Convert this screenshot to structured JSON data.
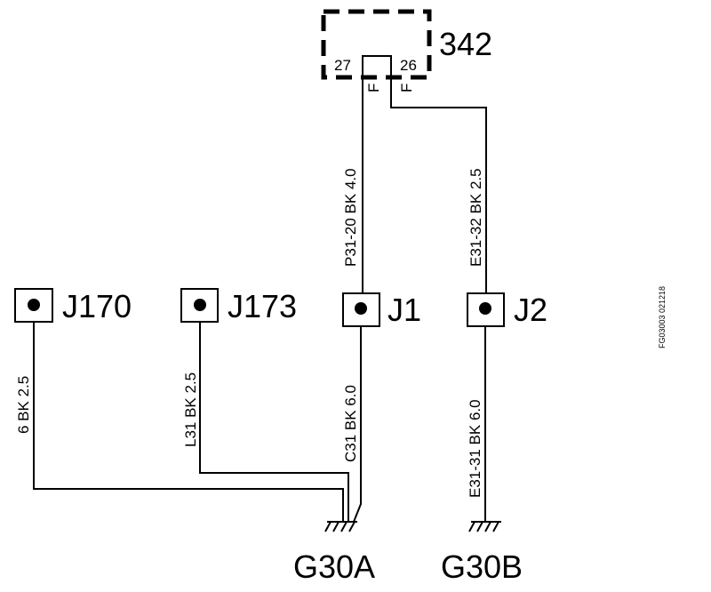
{
  "component": {
    "id": "342",
    "pin_left": "27",
    "pin_right": "26",
    "fuse_left": "F",
    "fuse_right": "F"
  },
  "connectors": [
    {
      "id": "J170",
      "wire": "6  BK  2.5"
    },
    {
      "id": "J173",
      "wire": "L31 BK  2.5"
    },
    {
      "id": "J1",
      "wire_top": "P31-20  BK  4.0",
      "wire_bottom": "C31 BK 6.0"
    },
    {
      "id": "J2",
      "wire_top": "E31-32  BK  2.5",
      "wire_bottom": "E31-31  BK  6.0"
    }
  ],
  "grounds": {
    "left": "G30A",
    "right": "G30B"
  },
  "figure_code": "FG03003  021218"
}
